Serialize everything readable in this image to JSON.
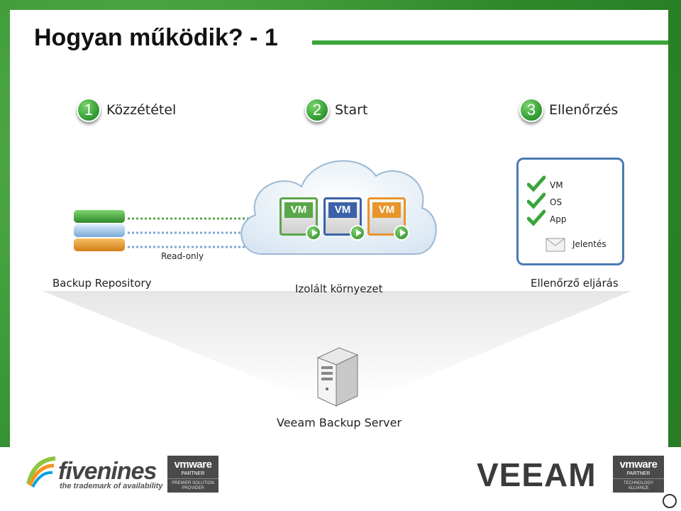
{
  "title": "Hogyan működik? - 1",
  "steps": [
    {
      "number": "1",
      "label": "Közzététel"
    },
    {
      "number": "2",
      "label": "Start"
    },
    {
      "number": "3",
      "label": "Ellenőrzés"
    }
  ],
  "diagram": {
    "repository_label": "Backup Repository",
    "readonly_label": "Read-only",
    "isolated_label": "Izolált környezet",
    "verification_label": "Ellenőrző eljárás",
    "server_label": "Veeam Backup Server",
    "vms": [
      {
        "label": "VM",
        "color": "#5aa64a"
      },
      {
        "label": "VM",
        "color": "#3b62a8"
      },
      {
        "label": "VM",
        "color": "#e8952a"
      }
    ],
    "checks": [
      "VM",
      "OS",
      "App"
    ],
    "report_label": "Jelentés"
  },
  "logos": {
    "fivenines_name": "fivenines",
    "fivenines_tagline": "the trademark of availability",
    "vmware_brand": "vmware",
    "vmware_partner": "PARTNER",
    "vmware_left_sub": "PREMIER SOLUTION PROVIDER",
    "vmware_right_sub": "TECHNOLOGY ALLIANCE",
    "veeam": "VEEAM"
  },
  "colors": {
    "accent_green": "#3aa53a",
    "box_border": "#4a7bb5"
  }
}
